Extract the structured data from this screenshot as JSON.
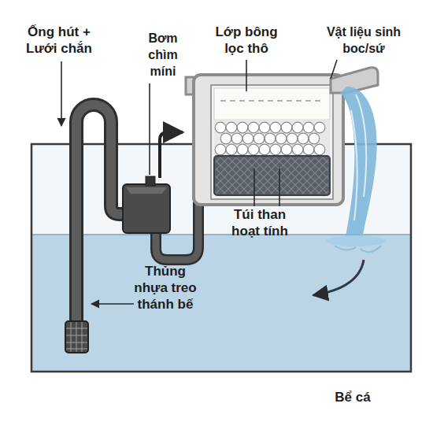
{
  "diagram": {
    "labels": [
      "Ống hút + Lưới chắn",
      "Bơm chìm míni",
      "Lớp bông lọc thô",
      "Vật liệu sinh boc/sứ",
      "Túi than hoạt tính",
      "Thủng nhựa treo thánh bế",
      "Bể cá"
    ]
  }
}
